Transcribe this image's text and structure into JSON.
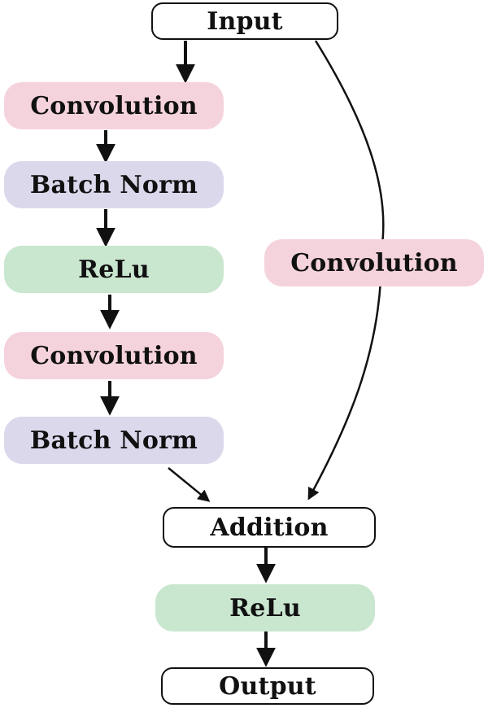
{
  "colors": {
    "convolution": "#f5d3dc",
    "batch_norm": "#dcd8ec",
    "relu": "#c9e6cf",
    "outline": "#111111",
    "background": "#ffffff"
  },
  "nodes": {
    "input": "Input",
    "conv1": "Convolution",
    "bn1": "Batch Norm",
    "relu1": "ReLu",
    "conv2": "Convolution",
    "bn2": "Batch Norm",
    "skip_conv": "Convolution",
    "addition": "Addition",
    "relu2": "ReLu",
    "output": "Output"
  }
}
